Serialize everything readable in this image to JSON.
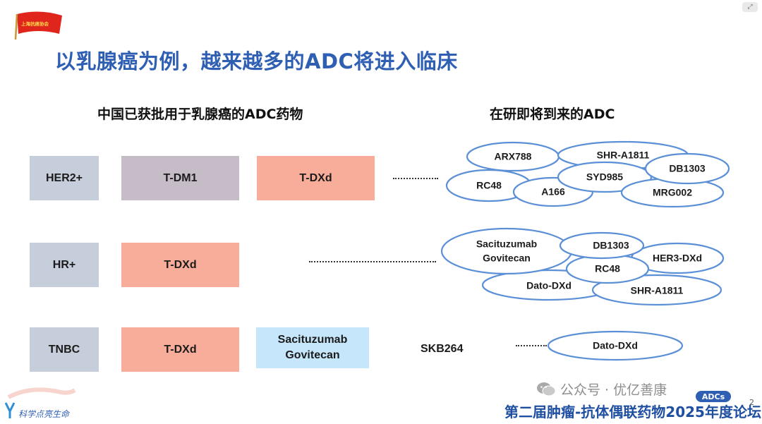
{
  "header": {
    "title": "以乳腺癌为例，越来越多的ADC将进入临床",
    "logo_text": "上海抗癌协会"
  },
  "columns": {
    "approved": "中国已获批用于乳腺癌的ADC药物",
    "pipeline": "在研即将到来的ADC"
  },
  "rows": [
    {
      "subtype": "HER2+",
      "approved": [
        "T-DM1",
        "T-DXd"
      ],
      "pipeline": [
        "ARX788",
        "SHR-A1811",
        "DB1303",
        "RC48",
        "SYD985",
        "A166",
        "MRG002"
      ]
    },
    {
      "subtype": "HR+",
      "approved": [
        "T-DXd"
      ],
      "pipeline": [
        "Sacituzumab Govitecan",
        "DB1303",
        "HER3-DXd",
        "RC48",
        "Dato-DXd",
        "SHR-A1811"
      ]
    },
    {
      "subtype": "TNBC",
      "approved": [
        "T-DXd",
        "Sacituzumab\nGovitecan",
        "SKB264"
      ],
      "pipeline": [
        "Dato-DXd"
      ]
    }
  ],
  "footer": {
    "event": "第二届肿瘤-抗体偶联药物2025年度论坛",
    "watermark": "公众号 · 优亿善康",
    "badge": "ADCs",
    "page": "2",
    "org": "科学点亮生命"
  },
  "colors": {
    "title_blue": "#2f5fb3",
    "gray_box": "#c6cedb",
    "mauve_box": "#c5bcc7",
    "salmon_box": "#f7ad9a",
    "light_blue_box": "#c6e6fb",
    "ellipse_stroke": "#5b8fd6"
  },
  "icons": [
    "flag-logo",
    "expand-icon",
    "wechat-icon"
  ]
}
